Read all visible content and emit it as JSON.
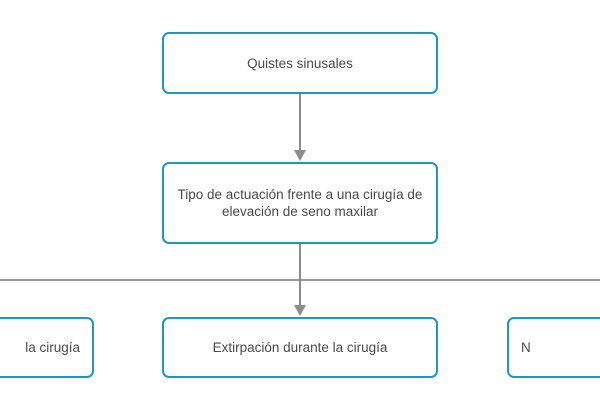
{
  "diagram": {
    "type": "flowchart",
    "orientation": "top-down",
    "background_color": "#ffffff",
    "node_border_color": "#1b97c6",
    "node_fill_color": "#ffffff",
    "text_color": "#4a4a4a",
    "connector_color": "#8c8c8c",
    "rule_color": "#9a9a9a",
    "nodes": [
      {
        "id": "root",
        "label": "Quistes sinusales",
        "level": 0,
        "clipped": false
      },
      {
        "id": "decision",
        "label": "Tipo de actuación frente a una cirugía de elevación de seno maxilar",
        "level": 1,
        "clipped": false
      },
      {
        "id": "branch_left",
        "label": "la cirugía",
        "level": 2,
        "clipped": "left"
      },
      {
        "id": "branch_center",
        "label": "Extirpación durante la cirugía",
        "level": 2,
        "clipped": false
      },
      {
        "id": "branch_right",
        "label": "N",
        "level": 2,
        "clipped": "right"
      }
    ],
    "edges": [
      {
        "id": "root-to-decision",
        "from": "root",
        "to": "decision",
        "style": "solid-arrow"
      },
      {
        "id": "decision-to-branches",
        "from": "decision",
        "to": "branch_center",
        "style": "solid-arrow"
      }
    ],
    "rules": [
      {
        "id": "branch-distribution-rule",
        "orientation": "horizontal",
        "spans_full_width": true
      }
    ]
  }
}
